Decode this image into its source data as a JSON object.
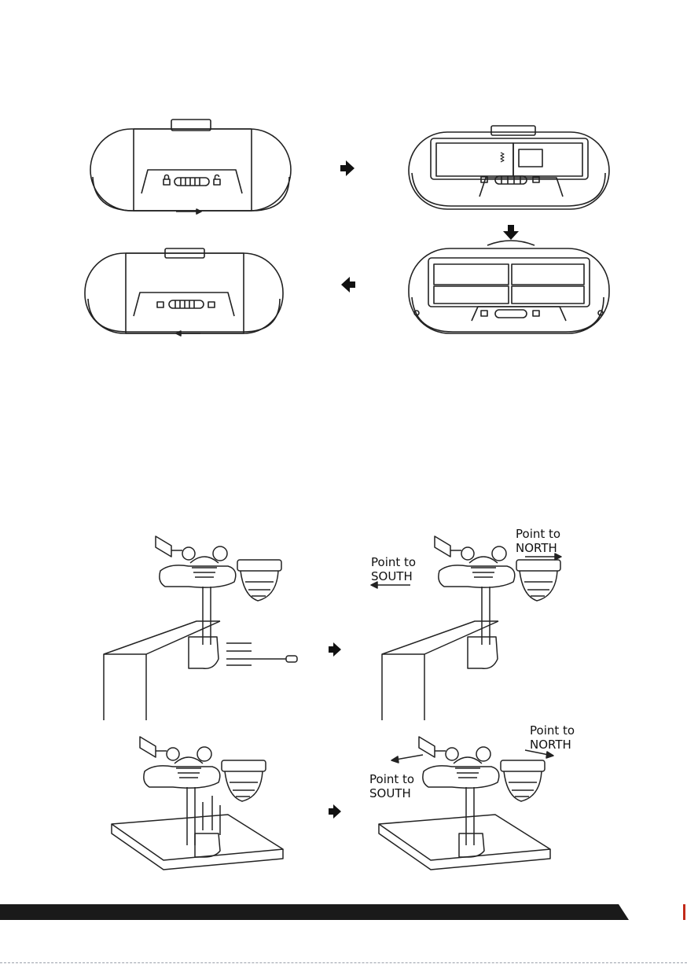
{
  "figures": {
    "mount_wall": {
      "north_label_line1": "Point to",
      "north_label_line2": "NORTH",
      "south_label_line1": "Point to",
      "south_label_line2": "SOUTH"
    },
    "mount_pole": {
      "north_label_line1": "Point to",
      "north_label_line2": "NORTH",
      "south_label_line1": "Point to",
      "south_label_line2": "SOUTH"
    }
  },
  "icons": {
    "step_arrow": "right-arrow-icon",
    "down_arrow": "down-arrow-icon",
    "left_arrow": "left-arrow-icon",
    "padlock_closed": "lock-icon",
    "padlock_open": "unlock-icon"
  },
  "colors": {
    "footer_bar": "#1a1a1a",
    "footer_accent": "#c22a1a"
  }
}
